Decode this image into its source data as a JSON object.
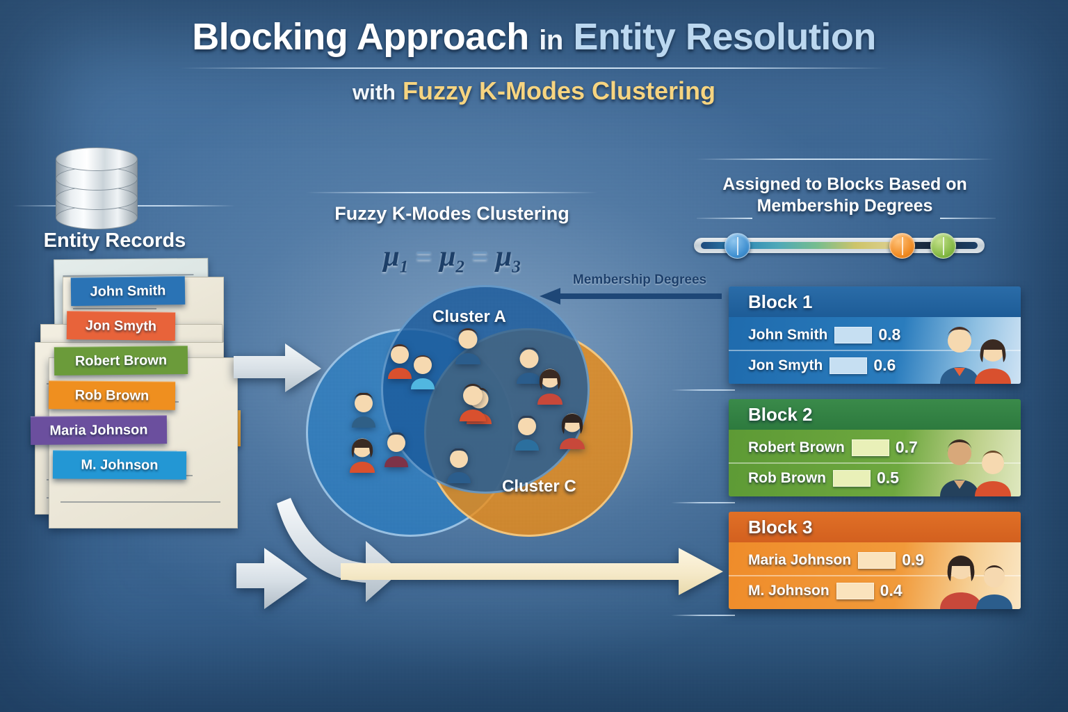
{
  "title": {
    "main_part1": "Blocking Approach",
    "main_in": "in",
    "main_part2": "Entity Resolution",
    "sub_with": "with",
    "sub_emph": "Fuzzy K-Modes Clustering"
  },
  "left_panel": {
    "icon": "database-cylinder-icon",
    "label": "Entity Records",
    "records": [
      {
        "name": "John Smith",
        "color": "#2a73b5"
      },
      {
        "name": "Jon Smyth",
        "color": "#e8633a"
      },
      {
        "name": "Robert Brown",
        "color": "#6b9b3a"
      },
      {
        "name": "Rob Brown",
        "color": "#ef8f1f"
      },
      {
        "name": "Maria Johnson",
        "color": "#6b4f9e"
      },
      {
        "name": "M. Johnson",
        "color": "#2397d4"
      }
    ]
  },
  "center_panel": {
    "heading": "Fuzzy K-Modes Clustering",
    "formula": {
      "m1": "μ",
      "sub1": "1",
      "eq1": "=",
      "m2": "μ",
      "sub2": "2",
      "eq2": "=",
      "m3": "μ",
      "sub3": "3"
    },
    "venn": {
      "cluster_a_label": "Cluster A",
      "cluster_c_label": "Cluster C",
      "circle_colors": {
        "left": "#2c7cbe",
        "top": "#1a5a9b",
        "right": "#ee8c14"
      }
    },
    "arrow_label": "Membership Degrees"
  },
  "right_panel": {
    "heading_line1": "Assigned to Blocks Based on",
    "heading_line2": "Membership Degrees",
    "slider": {
      "knobs": [
        {
          "name": "knob-blue",
          "color": "#3f8fd0",
          "position_pct": 13
        },
        {
          "name": "knob-orange",
          "color": "#f08a21",
          "position_pct": 70
        },
        {
          "name": "knob-green",
          "color": "#83b843",
          "position_pct": 84
        }
      ]
    },
    "blocks": [
      {
        "title": "Block 1",
        "header_color": "#1d5c97",
        "body_color": "#1f6bad",
        "meter_color": "#c6dff2",
        "rows": [
          {
            "name": "John Smith",
            "value": "0.8"
          },
          {
            "name": "Jon Smyth",
            "value": "0.6"
          }
        ]
      },
      {
        "title": "Block 2",
        "header_color": "#2d7a3e",
        "body_color": "#5d9a35",
        "meter_color": "#e9f0b8",
        "rows": [
          {
            "name": "Robert Brown",
            "value": "0.7"
          },
          {
            "name": "Rob Brown",
            "value": "0.5"
          }
        ]
      },
      {
        "title": "Block 3",
        "header_color": "#d3601f",
        "body_color": "#ef8c2a",
        "meter_color": "#fae3bd",
        "rows": [
          {
            "name": "Maria Johnson",
            "value": "0.9"
          },
          {
            "name": "M. Johnson",
            "value": "0.4"
          }
        ]
      }
    ]
  }
}
